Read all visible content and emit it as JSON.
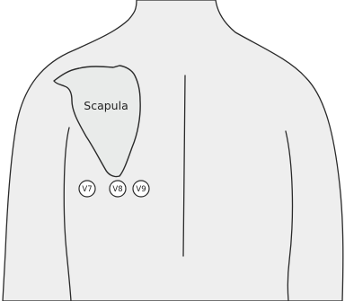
{
  "labels": {
    "scapula": "Scapula"
  },
  "leads": [
    {
      "name": "V7"
    },
    {
      "name": "V8"
    },
    {
      "name": "V9"
    }
  ],
  "colors": {
    "skin": "#eeeeee",
    "scapula": "#e9ebea",
    "outline": "#2a2a2a",
    "background": "#ffffff"
  }
}
